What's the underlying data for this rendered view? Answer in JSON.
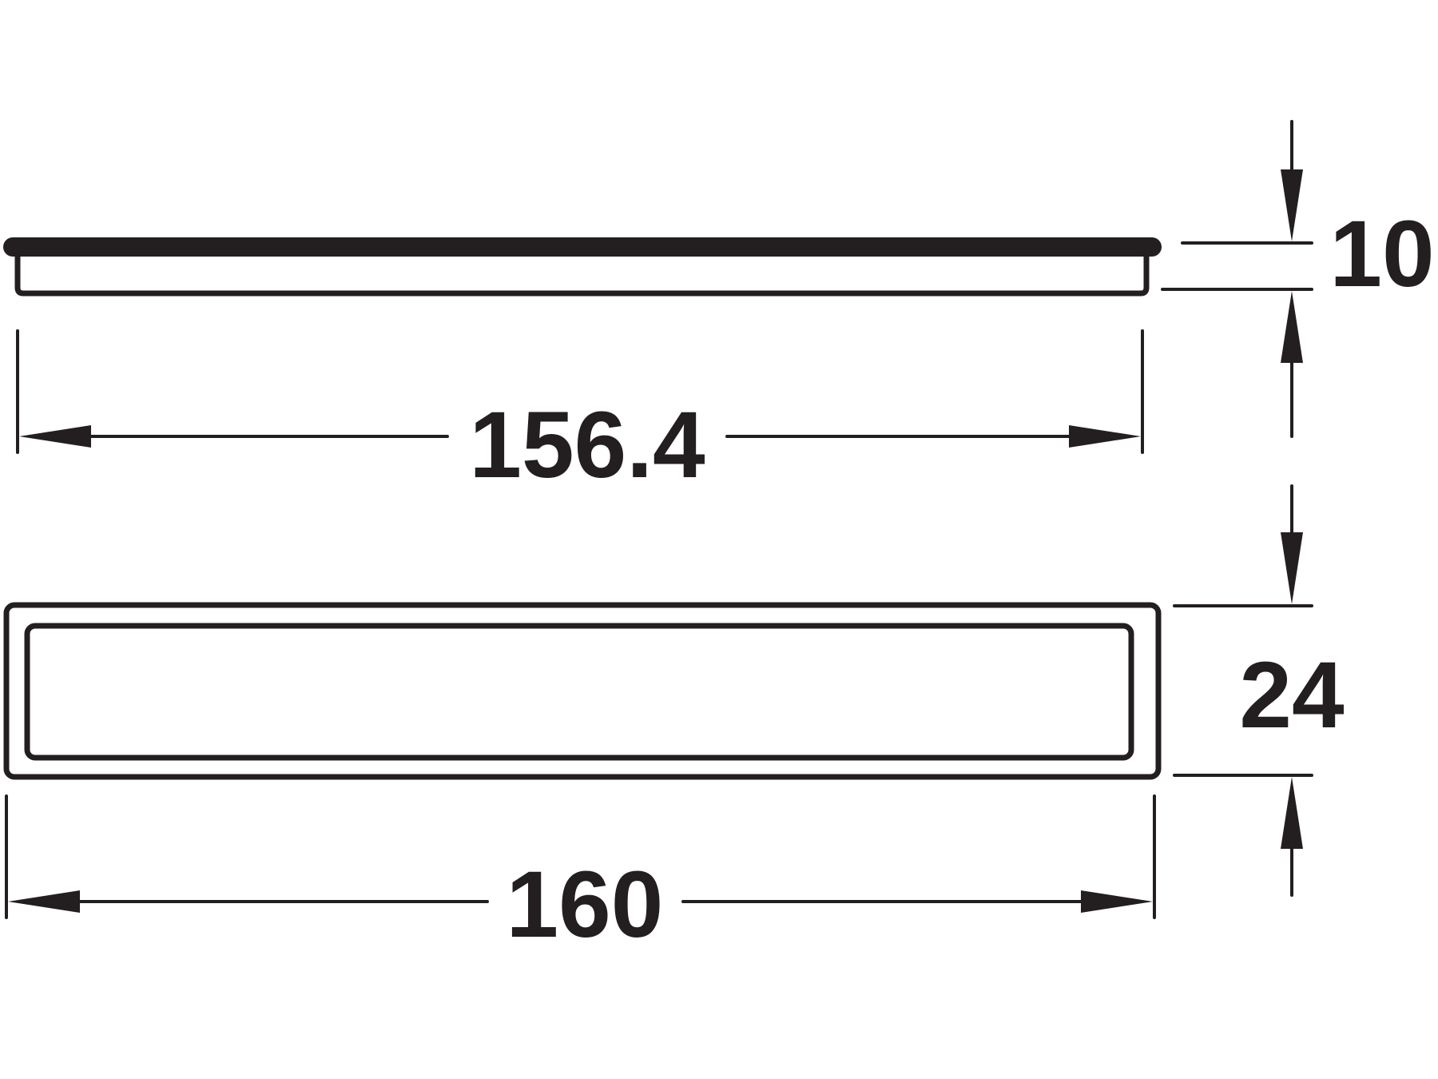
{
  "drawing": {
    "side_view": {
      "length_label": "156.4",
      "height_label": "10"
    },
    "top_view": {
      "length_label": "160",
      "width_label": "24"
    },
    "colors": {
      "line": "#231f20",
      "background": "#ffffff"
    }
  }
}
